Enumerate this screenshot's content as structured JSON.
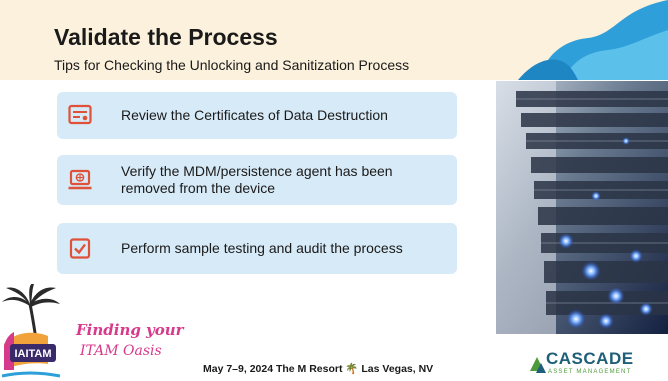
{
  "slide": {
    "title": "Validate the Process",
    "subtitle": "Tips for Checking the Unlocking and Sanitization Process"
  },
  "items": [
    {
      "text": "Review the Certificates of Data Destruction",
      "icon": "certificate-icon"
    },
    {
      "text": "Verify the MDM/persistence agent has been removed from the device",
      "icon": "laptop-globe-icon"
    },
    {
      "text": "Perform sample testing and audit the process",
      "icon": "checkbox-icon"
    }
  ],
  "footer": {
    "event_line": "May 7–9, 2024  The M Resort 🌴 Las Vegas, NV",
    "logo_text": "IAITAM",
    "tagline_line1": "Finding your",
    "tagline_line2": "ITAM Oasis",
    "sponsor_name": "CASCADE",
    "sponsor_sub": "ASSET MANAGEMENT"
  },
  "colors": {
    "header_band": "#fbf1dc",
    "card_bg": "#d7eaf7",
    "icon_accent": "#e0513a",
    "tagline": "#d63a8a",
    "sponsor_blue": "#1f5f7a",
    "sponsor_green": "#4d9b3a"
  }
}
